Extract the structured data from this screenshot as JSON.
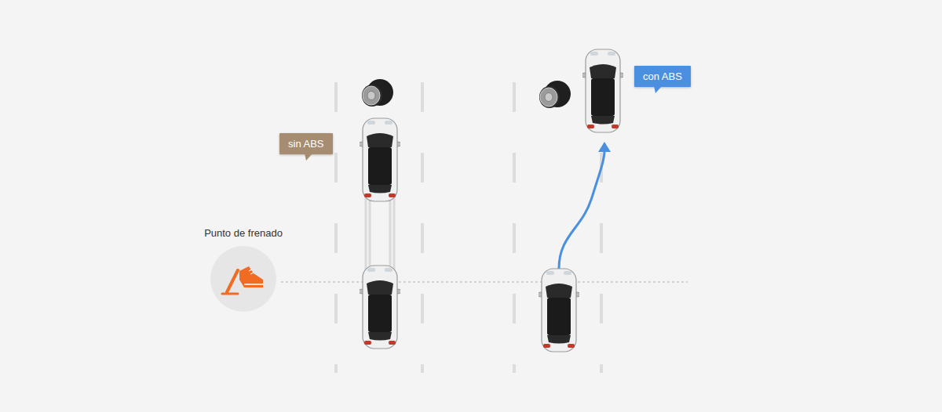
{
  "diagram": {
    "nodes": [
      {
        "text": [
          "con ABS"
        ]
      },
      {
        "text": [
          "sin ABS"
        ]
      },
      {
        "text": [
          "Punto de frenado"
        ]
      }
    ]
  }
}
